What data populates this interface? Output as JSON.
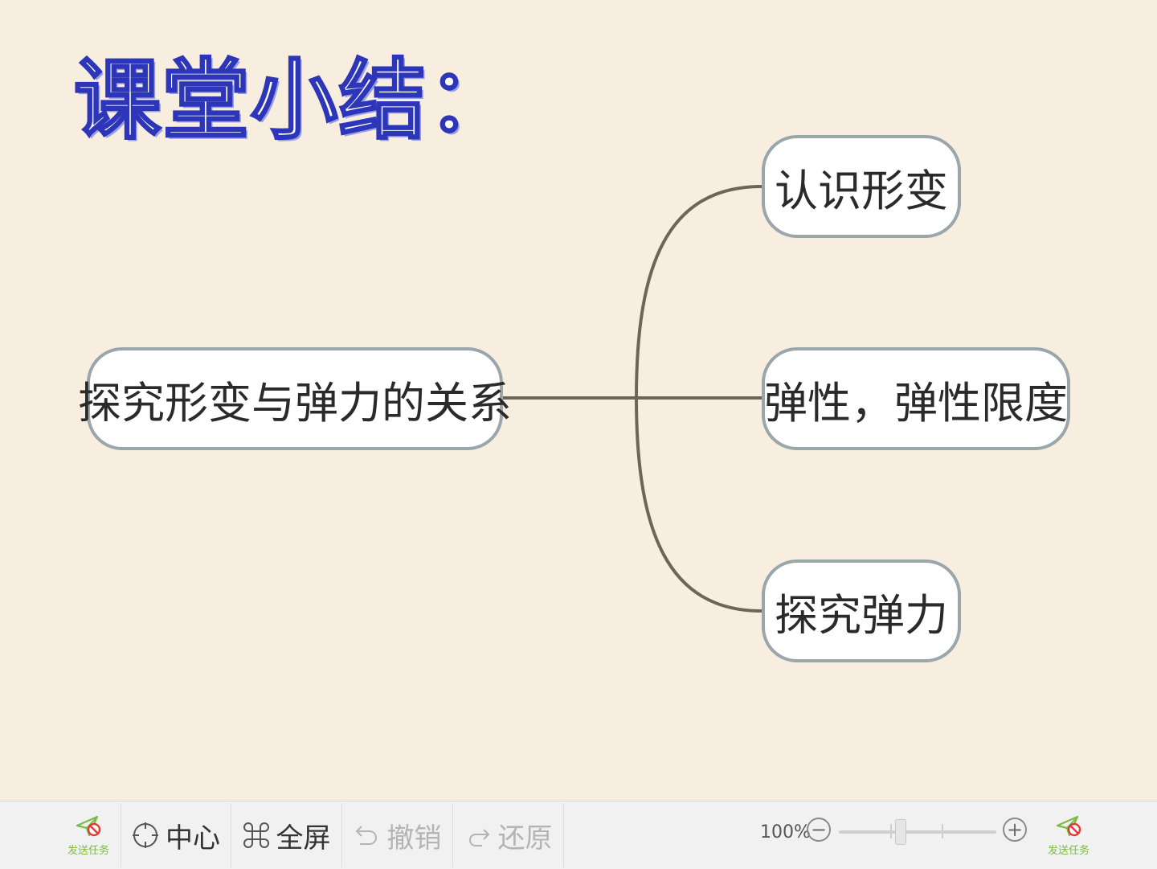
{
  "slide": {
    "title": "课堂小结："
  },
  "mindmap": {
    "root": {
      "label": "探究形变与弹力的关系"
    },
    "children": [
      {
        "label": "认识形变"
      },
      {
        "label": "弹性，弹性限度"
      },
      {
        "label": "探究弹力"
      }
    ],
    "line_color": "#6e6458"
  },
  "toolbar": {
    "send_task_label": "发送任务",
    "center_label": "中心",
    "fullscreen_label": "全屏",
    "undo_label": "撤销",
    "redo_label": "还原",
    "zoom_level": "100%",
    "zoom_out": "−",
    "zoom_in": "+"
  },
  "colors": {
    "background": "#f8eee0",
    "title_stroke": "#2d36b8",
    "node_border": "#9aa6aa",
    "send_task_green": "#7dba4a"
  }
}
